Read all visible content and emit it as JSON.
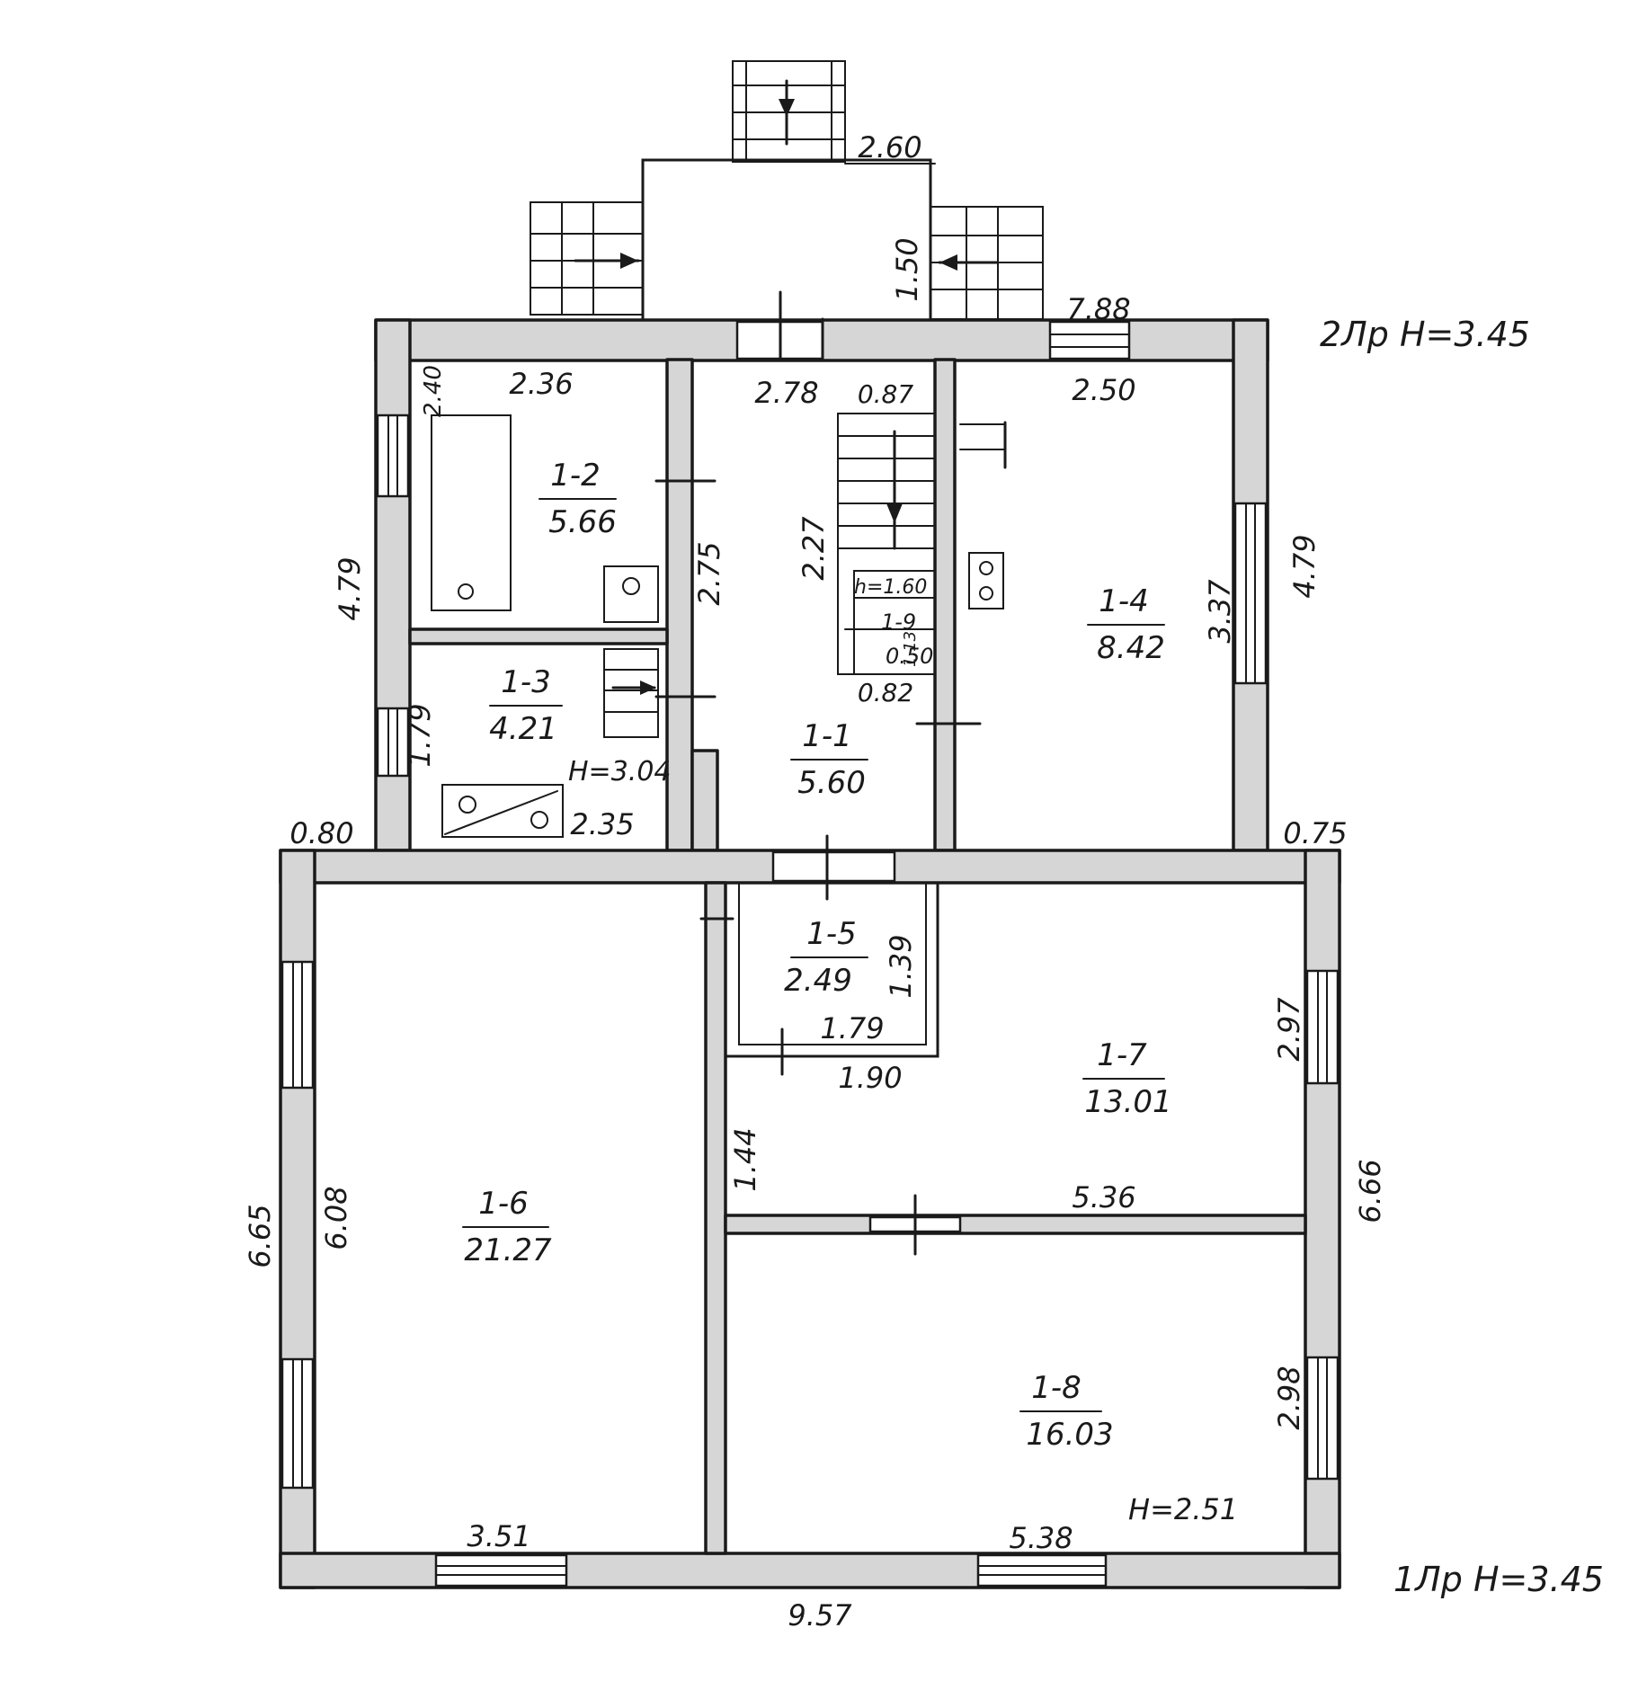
{
  "floors": {
    "upper": "2Лр Н=3.45",
    "lower": "1Лр Н=3.45"
  },
  "rooms": [
    {
      "id": "1-1",
      "area": "5.60"
    },
    {
      "id": "1-2",
      "area": "5.66"
    },
    {
      "id": "1-3",
      "area": "4.21"
    },
    {
      "id": "1-4",
      "area": "8.42"
    },
    {
      "id": "1-5",
      "area": "2.49"
    },
    {
      "id": "1-6",
      "area": "21.27"
    },
    {
      "id": "1-7",
      "area": "13.01"
    },
    {
      "id": "1-8",
      "area": "16.03"
    },
    {
      "id": "1-9",
      "area": ""
    }
  ],
  "dims": {
    "d_2_60": "2.60",
    "d_1_50": "1.50",
    "d_7_88": "7.88",
    "d_2_36": "2.36",
    "d_2_40": "2.40",
    "d_2_78": "2.78",
    "d_0_87": "0.87",
    "d_2_50": "2.50",
    "d_4_79_left": "4.79",
    "d_4_79_right": "4.79",
    "d_2_75": "2.75",
    "d_2_27": "2.27",
    "d_3_37": "3.37",
    "d_1_79_left": "1.79",
    "d_0_50": "0.50",
    "d_0_82": "0.82",
    "d_2_35": "2.35",
    "d_0_80": "0.80",
    "d_0_75": "0.75",
    "d_1_39": "1.39",
    "d_1_79_mid": "1.79",
    "d_1_90": "1.90",
    "d_2_97": "2.97",
    "d_1_44": "1.44",
    "d_6_65": "6.65",
    "d_6_08": "6.08",
    "d_5_36": "5.36",
    "d_6_66": "6.66",
    "d_2_98": "2.98",
    "d_3_51": "3.51",
    "d_5_38": "5.38",
    "d_9_57": "9.57"
  },
  "heights": {
    "room_1_3": "Н=3.04",
    "room_1_8": "Н=2.51",
    "stair": "h=1.60",
    "stair_small": "1.13"
  }
}
